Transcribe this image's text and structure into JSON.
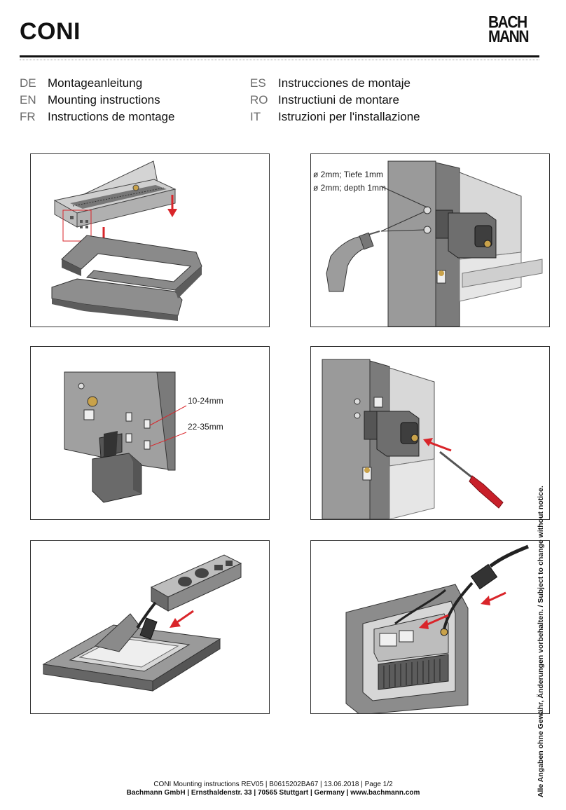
{
  "header": {
    "title": "CONI",
    "brand_line1": "BACH",
    "brand_line2": "MANN"
  },
  "languages": {
    "left": [
      {
        "code": "DE",
        "label": "Montageanleitung"
      },
      {
        "code": "EN",
        "label": "Mounting instructions"
      },
      {
        "code": "FR",
        "label": "Instructions de montage"
      }
    ],
    "right": [
      {
        "code": "ES",
        "label": "Instrucciones de montaje"
      },
      {
        "code": "RO",
        "label": "Instructiuni de montare"
      },
      {
        "code": "IT",
        "label": "Istruzioni per l'installazione"
      }
    ]
  },
  "steps": {
    "step2": {
      "label_de": "ø 2mm; Tiefe 1mm",
      "label_en": "ø 2mm; depth 1mm"
    },
    "step3": {
      "label_a": "10-24mm",
      "label_b": "22-35mm"
    }
  },
  "side_note": "Alle Angaben ohne Gewähr, Änderungen vorbehalten. / Subject to change without notice.",
  "footer": {
    "line1": "CONI Mounting instructions REV05 | B0615202BA67 | 13.06.2018 | Page 1/2",
    "line2": "Bachmann GmbH | Ernsthaldenstr. 33 | 70565 Stuttgart | Germany | www.bachmann.com"
  },
  "colors": {
    "arrow": "#d9252a",
    "metal": "#bdbdbd",
    "dark": "#6e6e6e",
    "frame": "#8c8c8c"
  }
}
